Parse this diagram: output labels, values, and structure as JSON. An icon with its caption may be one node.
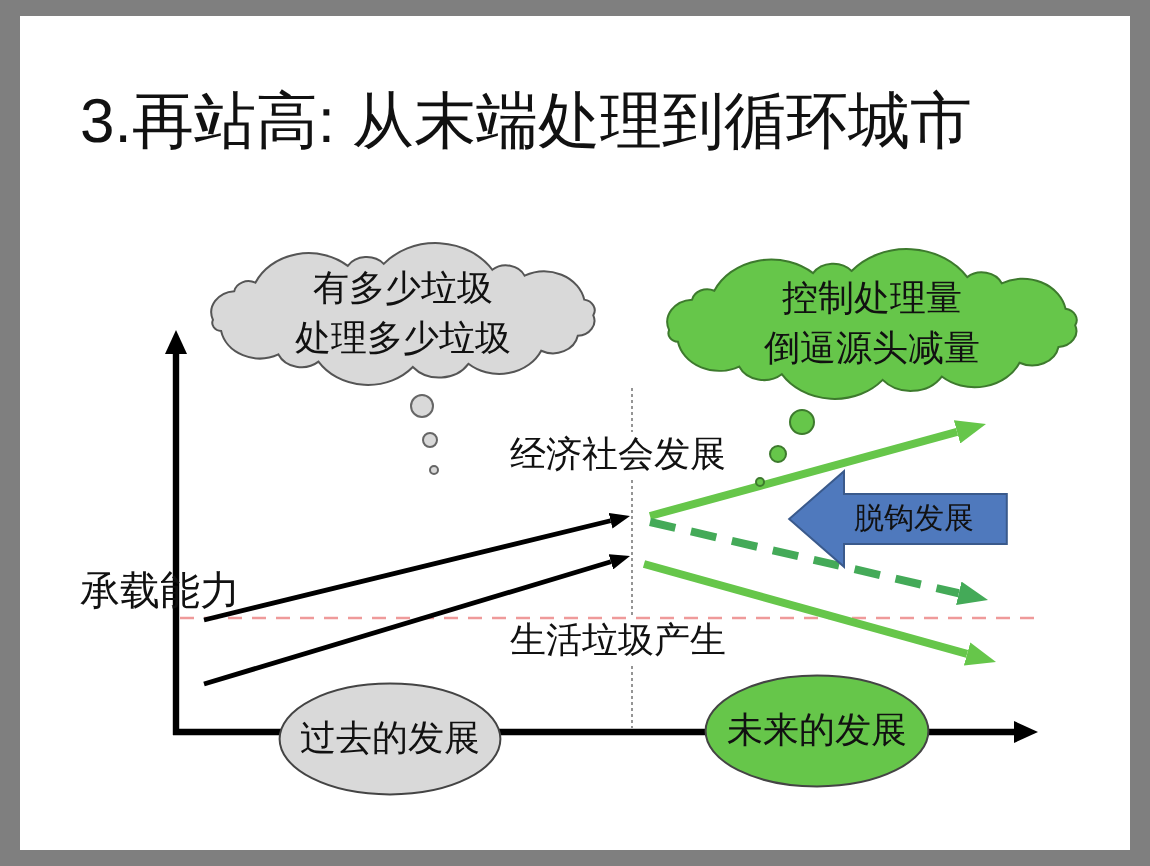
{
  "diagram": {
    "title": "3.再站高: 从末端处理到循环城市",
    "nodes": [
      {
        "text": [
          "有多少垃圾",
          "处理多少垃圾"
        ]
      },
      {
        "text": [
          "控制处理量",
          "倒逼源头减量"
        ]
      },
      {
        "text": [
          "脱钩发展"
        ]
      },
      {
        "text": [
          "过去的发展"
        ]
      },
      {
        "text": [
          "未来的发展"
        ]
      }
    ],
    "labels": [
      "经济社会发展",
      "承载能力",
      "生活垃圾产生"
    ]
  }
}
